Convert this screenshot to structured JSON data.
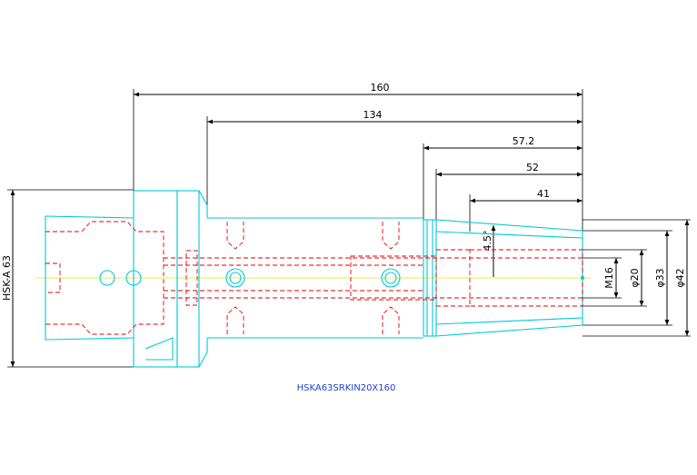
{
  "dimensions": {
    "overall_length": "160",
    "shank_length": "134",
    "nose_length_1": "57.2",
    "nose_length_2": "52",
    "nose_length_3": "41",
    "taper_angle": "4.5°",
    "thread": "M16",
    "bore_diameter": "φ20",
    "diameter_33": "φ33",
    "diameter_42": "φ42",
    "interface": "HSK-A 63"
  },
  "caption": "HSKA63SRKIN20X160",
  "colors": {
    "body": "#00c8d8",
    "hidden": "#e00000",
    "center": "#e8e800",
    "dimension": "#000000",
    "caption": "#2040d0"
  }
}
